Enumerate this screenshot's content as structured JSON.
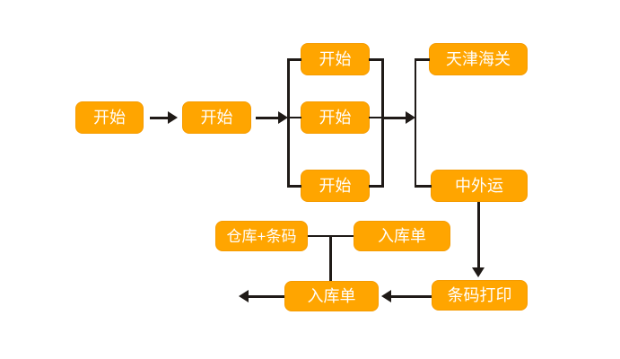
{
  "diagram": {
    "type": "flowchart",
    "description": "Warehouse inbound / barcode printing process flow"
  },
  "colors": {
    "background": "#FFFFFF",
    "node_fill": "#FFA500",
    "node_border": "#F59B00",
    "node_text": "#FFFFFF",
    "line": "#1F1A17"
  },
  "nodes": [
    {
      "id": "start-1",
      "label": "开始"
    },
    {
      "id": "start-2",
      "label": "开始"
    },
    {
      "id": "branch-top",
      "label": "开始"
    },
    {
      "id": "branch-middle",
      "label": "开始"
    },
    {
      "id": "branch-bottom",
      "label": "开始"
    },
    {
      "id": "tianjin-customs",
      "label": "天津海关"
    },
    {
      "id": "sinotrans",
      "label": "中外运"
    },
    {
      "id": "warehouse-barcode",
      "label": "仓库+条码"
    },
    {
      "id": "inbound-order-upper",
      "label": "入库单"
    },
    {
      "id": "inbound-order-lower",
      "label": "入库单"
    },
    {
      "id": "barcode-print",
      "label": "条码打印"
    }
  ],
  "connections": [
    {
      "from": "start-1",
      "to": "start-2",
      "style": "arrow-right"
    },
    {
      "from": "start-2",
      "to": [
        "branch-top",
        "branch-middle",
        "branch-bottom"
      ],
      "style": "arrow-into-bracket"
    },
    {
      "from": [
        "branch-top",
        "branch-middle",
        "branch-bottom"
      ],
      "to": [
        "tianjin-customs",
        "sinotrans"
      ],
      "style": "bracket-arrow-bracket"
    },
    {
      "from": "sinotrans",
      "to": "barcode-print",
      "style": "arrow-down"
    },
    {
      "from": "barcode-print",
      "to": "inbound-order-lower",
      "style": "arrow-left"
    },
    {
      "from": [
        "warehouse-barcode",
        "inbound-order-upper"
      ],
      "to": "inbound-order-lower",
      "style": "tee-line-down"
    },
    {
      "from": "inbound-order-lower",
      "to": "outside-left",
      "style": "arrow-left"
    }
  ]
}
